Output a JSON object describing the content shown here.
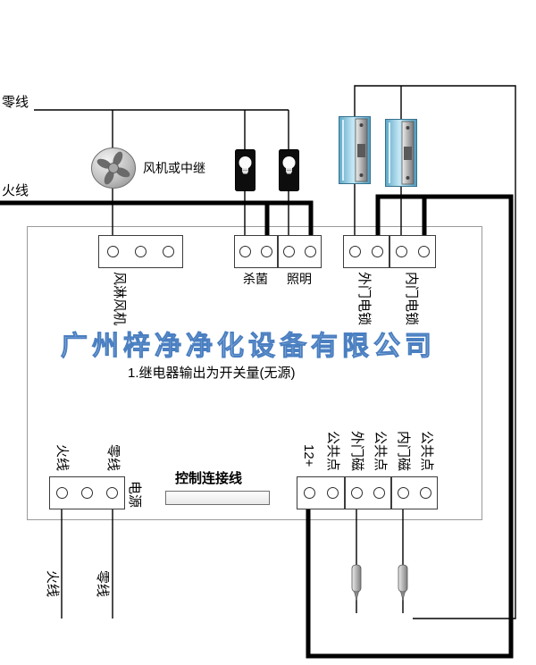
{
  "top_labels": {
    "neutral": "零线",
    "live": "火线"
  },
  "fan": {
    "label": "风机或中继"
  },
  "terminal_blocks": {
    "fan_block_label": "风淋风机",
    "sterilizer_label": "杀菌",
    "lighting_label": "照明",
    "outer_lock_label": "外门电锁",
    "inner_lock_label": "内门电锁"
  },
  "watermark": "广州梓净净化设备有限公司",
  "note": "1.继电器输出为开关量(无源)",
  "power_block": {
    "live_label": "火线",
    "neutral_label": "零线",
    "power_label": "电源",
    "wire_live_label": "火线",
    "wire_neutral_label": "零线"
  },
  "control_cable": {
    "label": "控制连接线"
  },
  "signal_terminals": {
    "labels": [
      "12+",
      "公共点",
      "外门磁",
      "公共点",
      "内门磁",
      "公共点"
    ]
  },
  "colors": {
    "watermark_blue": "#4a7fc1",
    "lock_blue": "#5ca8c8"
  }
}
